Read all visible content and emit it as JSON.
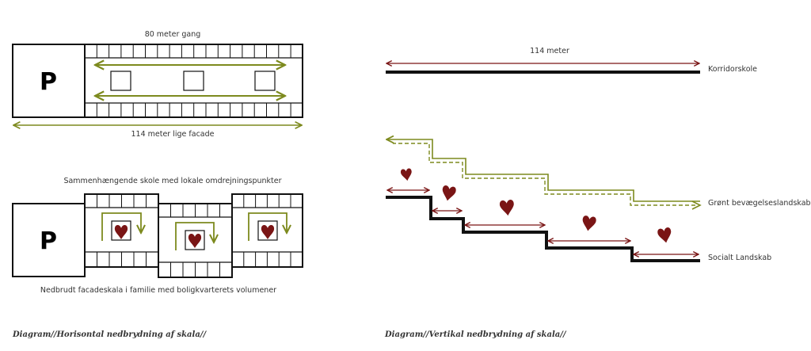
{
  "left": {
    "top_label": "80 meter gang",
    "facade_label": "114 meter lige facade",
    "middle_label": "Sammenhængende skole med lokale omdrejningspunkter",
    "bottom_label": "Nedbrudt facadeskala i familie med boligkvarterets volumener",
    "parking_top": "P",
    "parking_bottom": "P",
    "caption": "Diagram//Horisontal nedbrydning af skala//"
  },
  "right": {
    "length_label": "114 meter",
    "line_label_1": "Korridorskole",
    "line_label_2": "Grønt bevægelseslandskab",
    "line_label_3": "Socialt Landskab",
    "caption": "Diagram//Vertikal nedbrydning af skala//"
  },
  "colors": {
    "green": "#7d8a1e",
    "red": "#7a1515",
    "black": "#111111"
  }
}
